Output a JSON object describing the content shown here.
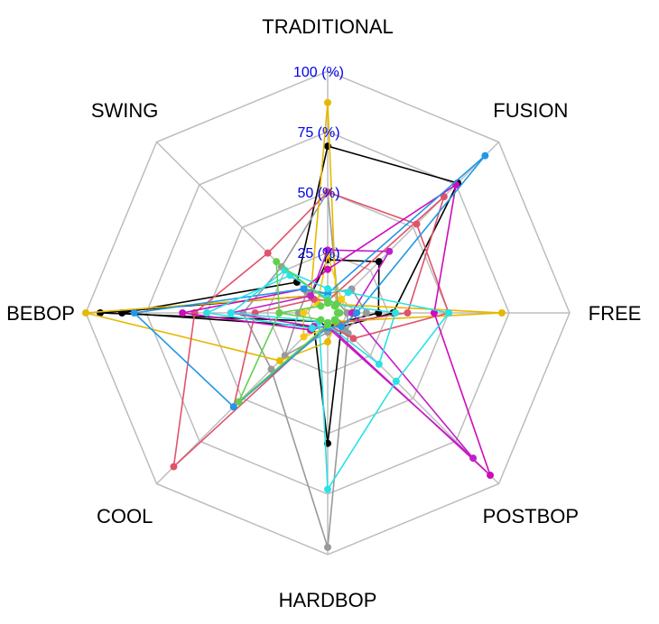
{
  "chart_data": {
    "type": "radar",
    "axes": [
      "TRADITIONAL",
      "FUSION",
      "FREE",
      "POSTBOP",
      "HARDBOP",
      "COOL",
      "BEBOP",
      "SWING"
    ],
    "rlim": [
      0,
      100
    ],
    "ticks": [
      {
        "value": 25,
        "label": "25 (%)"
      },
      {
        "value": 50,
        "label": "50 (%)"
      },
      {
        "value": 75,
        "label": "75 (%)"
      },
      {
        "value": 100,
        "label": "100 (%)"
      }
    ],
    "grid": true,
    "legend": "none",
    "series": [
      {
        "color": "#000000",
        "values": [
          69,
          76,
          27,
          8,
          54,
          8,
          85,
          18
        ]
      },
      {
        "color": "#000000",
        "values": [
          22,
          30,
          21,
          6,
          6,
          5,
          94,
          10
        ]
      },
      {
        "color": "#999999",
        "values": [
          50,
          6,
          8,
          12,
          97,
          33,
          35,
          27
        ]
      },
      {
        "color": "#999999",
        "values": [
          8,
          14,
          16,
          10,
          8,
          25,
          12,
          12
        ]
      },
      {
        "color": "#E6B800",
        "values": [
          87,
          5,
          72,
          5,
          12,
          28,
          100,
          10
        ]
      },
      {
        "color": "#F5C710",
        "values": [
          24,
          8,
          12,
          8,
          6,
          14,
          10,
          6
        ]
      },
      {
        "color": "#DF536B",
        "values": [
          50,
          52,
          50,
          15,
          5,
          90,
          55,
          35
        ]
      },
      {
        "color": "#DF536B",
        "values": [
          5,
          68,
          33,
          6,
          5,
          55,
          30,
          8
        ]
      },
      {
        "color": "#CD0BBC",
        "values": [
          18,
          75,
          44,
          95,
          5,
          10,
          60,
          14
        ]
      },
      {
        "color": "#C020C8",
        "values": [
          26,
          36,
          10,
          85,
          6,
          8,
          40,
          10
        ]
      },
      {
        "color": "#2297E6",
        "values": [
          8,
          92,
          12,
          8,
          6,
          55,
          80,
          14
        ]
      },
      {
        "color": "#28E2E5",
        "values": [
          10,
          12,
          50,
          40,
          73,
          5,
          40,
          25
        ]
      },
      {
        "color": "#28E2E5",
        "values": [
          6,
          5,
          28,
          30,
          5,
          9,
          50,
          22
        ]
      },
      {
        "color": "#61D04F",
        "values": [
          5,
          5,
          5,
          5,
          5,
          52,
          20,
          30
        ]
      },
      {
        "color": "#61D04F",
        "values": [
          4,
          4,
          4,
          4,
          4,
          4,
          20,
          4
        ]
      }
    ]
  }
}
